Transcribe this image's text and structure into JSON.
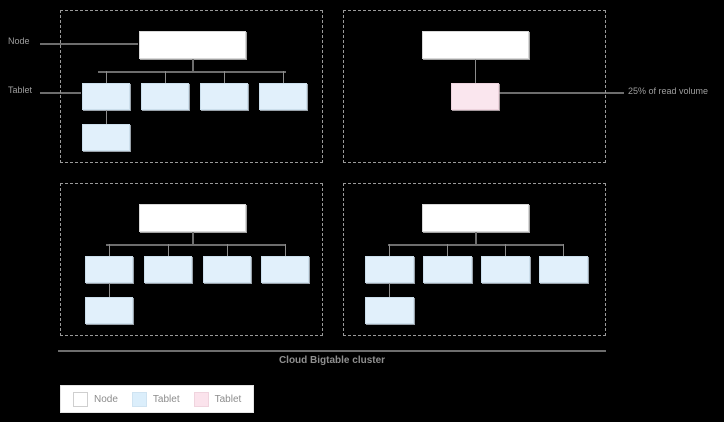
{
  "diagram": {
    "title": "Cloud Bigtable cluster",
    "labels": {
      "node": "Node",
      "tablet": "Tablet",
      "read_volume": "25% of read volume"
    },
    "colors": {
      "background": "#000000",
      "node_fill": "#ffffff",
      "tablet_fill": "#e1f0fb",
      "tablet_hot_fill": "#fae6ee",
      "line": "#8c8c8c",
      "dashed_border": "#9a9a9a",
      "text": "#9e9e9e"
    },
    "quadrants": [
      {
        "name": "top-left",
        "node_count": 1,
        "tablet_count": 5,
        "hot_tablet_count": 0
      },
      {
        "name": "top-right",
        "node_count": 1,
        "tablet_count": 0,
        "hot_tablet_count": 1
      },
      {
        "name": "bottom-left",
        "node_count": 1,
        "tablet_count": 5,
        "hot_tablet_count": 0
      },
      {
        "name": "bottom-right",
        "node_count": 1,
        "tablet_count": 5,
        "hot_tablet_count": 0
      }
    ],
    "legend": [
      {
        "label": "Node",
        "swatch": "node-swatch"
      },
      {
        "label": "Tablet",
        "swatch": "tablet-swatch"
      },
      {
        "label": "Tablet",
        "swatch": "tablet-hot-swatch"
      }
    ]
  }
}
